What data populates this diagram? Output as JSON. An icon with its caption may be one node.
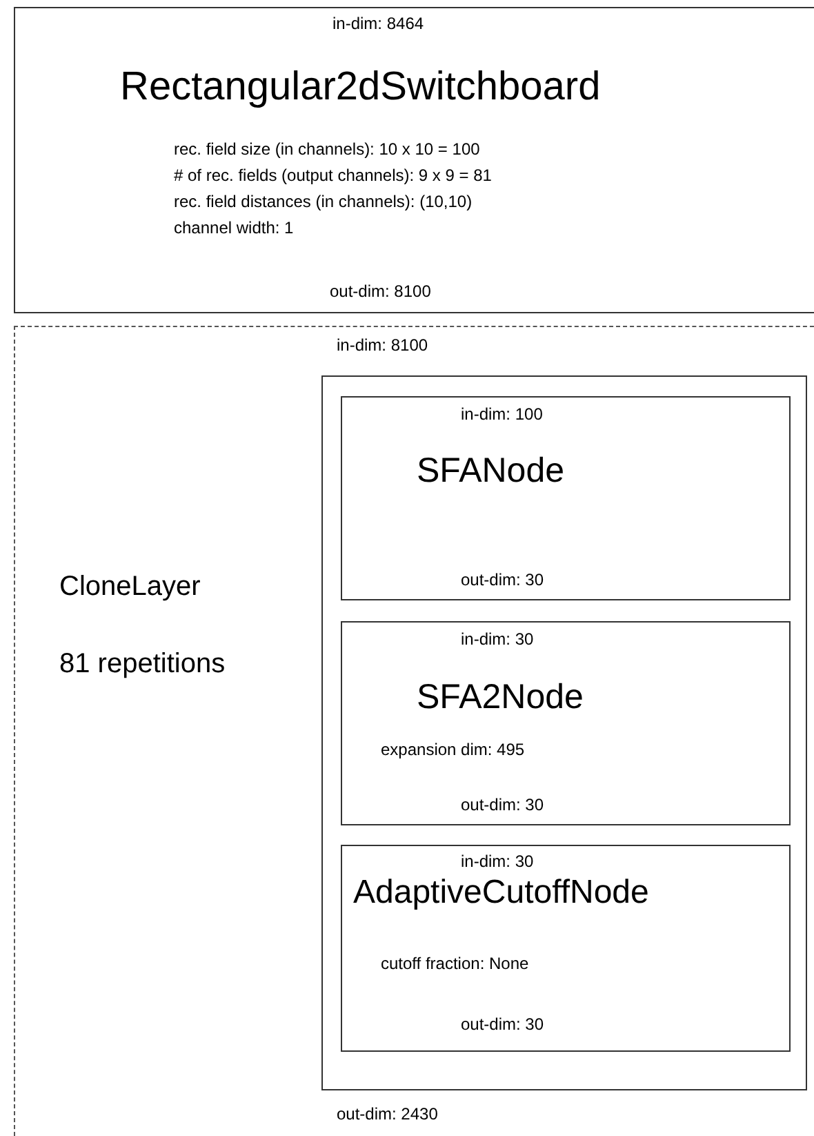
{
  "diagram": {
    "nodes": [
      {
        "text": [
          "in-dim: 8464",
          "Rectangular2dSwitchboard",
          "rec. field size (in channels): 10 x 10 = 100",
          "# of rec. fields (output channels): 9 x 9 = 81",
          "rec. field distances (in channels): (10,10)",
          "channel width: 1",
          "out-dim: 8100"
        ]
      },
      {
        "text": [
          "in-dim: 8100",
          "CloneLayer",
          "81 repetitions",
          "out-dim: 2430"
        ]
      },
      {
        "text": [],
        "shape": "box",
        "in": 1
      },
      {
        "text": [
          "in-dim: 100",
          "SFANode",
          "out-dim: 30"
        ],
        "in": 2
      },
      {
        "text": [
          "in-dim: 30",
          "SFA2Node",
          "expansion dim: 495",
          "out-dim: 30"
        ],
        "in": 2
      },
      {
        "text": [
          "in-dim: 30",
          "AdaptiveCutoffNode",
          "cutoff fraction: None",
          "out-dim: 30"
        ],
        "in": 2
      }
    ]
  }
}
